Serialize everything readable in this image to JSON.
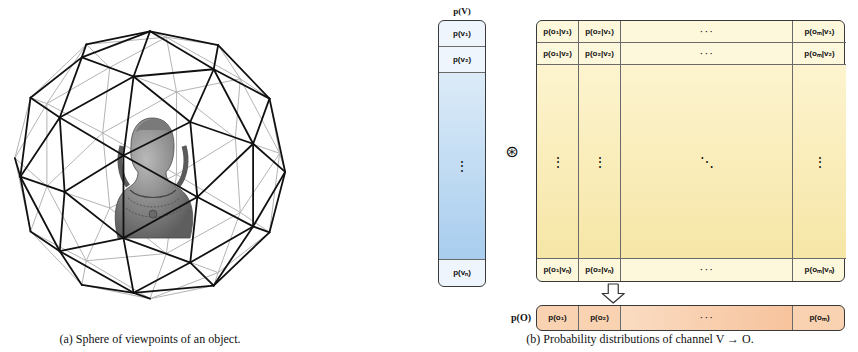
{
  "diagram": {
    "nodes": [
      {
        "text": [
          "p(V)"
        ]
      },
      {
        "text": [
          "p(v₁)"
        ],
        "in": 0
      },
      {
        "text": [
          "p(v₂)"
        ],
        "in": 0
      },
      {
        "text": [
          "⋮"
        ],
        "in": 0
      },
      {
        "text": [
          "p(vₙ)"
        ],
        "in": 0
      },
      {},
      {
        "text": [
          "p(o₁|v₁)"
        ],
        "in": 5
      },
      {
        "text": [
          "p(o₂|v₁)"
        ],
        "in": 5
      },
      {
        "text": [
          "· · ·"
        ],
        "in": 5
      },
      {
        "text": [
          "p(oₘ|v₁)"
        ],
        "in": 5
      },
      {
        "text": [
          "p(o₁|v₂)"
        ],
        "in": 5
      },
      {
        "text": [
          "p(o₂|v₂)"
        ],
        "in": 5
      },
      {
        "text": [
          "· · ·"
        ],
        "in": 5
      },
      {
        "text": [
          "p(oₘ|v₂)"
        ],
        "in": 5
      },
      {
        "text": [
          "⋮"
        ],
        "in": 5
      },
      {
        "text": [
          "⋮"
        ],
        "in": 5
      },
      {
        "text": [
          "⋱"
        ],
        "in": 5
      },
      {
        "text": [
          "⋮"
        ],
        "in": 5
      },
      {
        "text": [
          "p(o₁|vₙ)"
        ],
        "in": 5
      },
      {
        "text": [
          "p(o₂|vₙ)"
        ],
        "in": 5
      },
      {
        "text": [
          "· · ·"
        ],
        "in": 5
      },
      {
        "text": [
          "p(oₘ|vₙ)"
        ],
        "in": 5
      },
      {
        "text": [
          "p(O)"
        ]
      },
      {
        "text": [
          "p(o₁)"
        ],
        "in": 22
      },
      {
        "text": [
          "p(o₂)"
        ],
        "in": 22
      },
      {
        "text": [
          "· · ·"
        ],
        "in": 22
      },
      {
        "text": [
          "p(oₘ)"
        ],
        "in": 22
      }
    ],
    "edges": [
      {
        "from": 5,
        "to": 22,
        "arrow": "to"
      }
    ],
    "labels": [
      "⊛",
      "(a) Sphere of viewpoints of an object.",
      "(b) Probability distributions of channel V → O."
    ]
  }
}
